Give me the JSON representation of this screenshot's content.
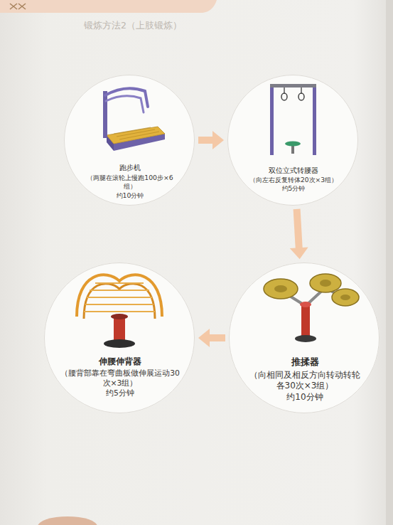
{
  "diagram": {
    "title": "锻炼方法2（上肢锻炼）",
    "nodes": [
      {
        "text": [
          "跑步机",
          "（两腿在滚轮上慢跑100步×6组）",
          "约10分钟"
        ]
      },
      {
        "text": [
          "双位立式转腰器",
          "（向左右反复转体20次×3组）",
          "约5分钟"
        ]
      },
      {
        "text": [
          "推揉器",
          "（向相同及相反方向转动转轮各30次×3组）",
          "约10分钟"
        ]
      },
      {
        "text": [
          "伸腰伸背器",
          "（腰背部靠在弯曲板做伸展运动30次×3组）",
          "约5分钟"
        ]
      }
    ],
    "edges": [
      {
        "from": 0,
        "to": 1,
        "arrow": "to"
      },
      {
        "from": 1,
        "to": 2,
        "arrow": "to"
      },
      {
        "from": 2,
        "to": 3,
        "arrow": "to"
      }
    ]
  }
}
